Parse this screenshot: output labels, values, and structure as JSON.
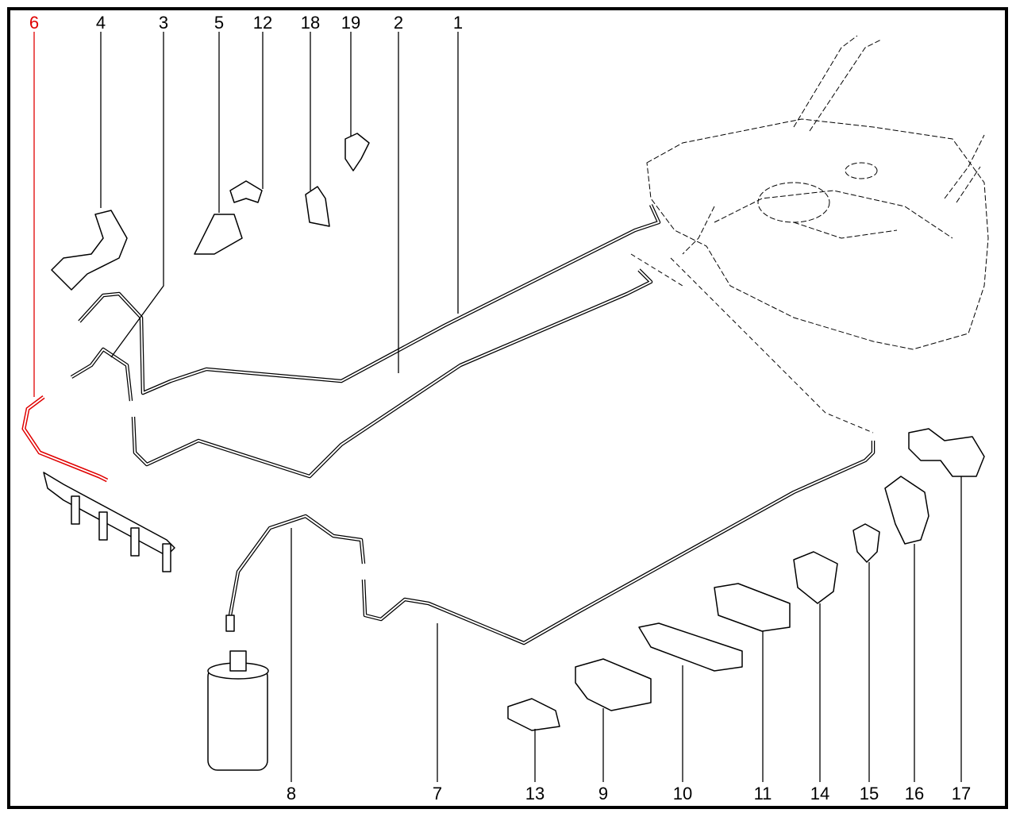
{
  "diagram": {
    "highlight_color": "#e00000",
    "highlighted_part": "6",
    "top_labels": [
      "6",
      "4",
      "3",
      "5",
      "12",
      "18",
      "19",
      "2",
      "1"
    ],
    "bottom_labels": [
      "8",
      "7",
      "13",
      "9",
      "10",
      "11",
      "14",
      "15",
      "16",
      "17"
    ]
  }
}
